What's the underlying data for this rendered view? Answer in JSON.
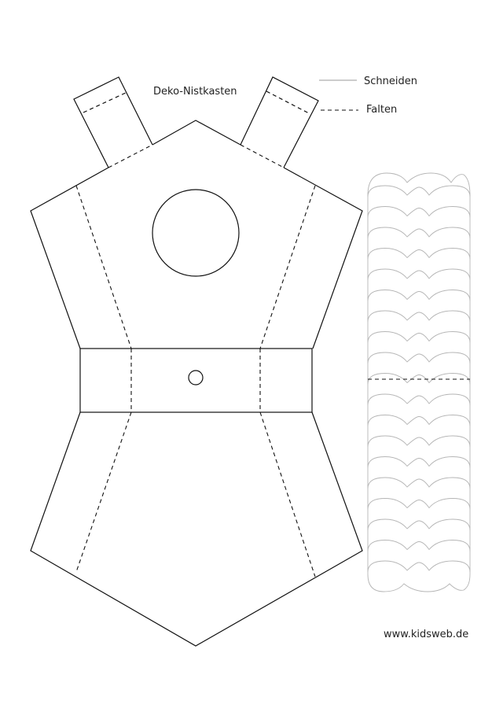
{
  "title": "Deko-Nistkasten",
  "legend": {
    "cut_label": "Schneiden",
    "fold_label": "Falten"
  },
  "website": "www.kidsweb.de",
  "colors": {
    "ink": "#111111",
    "legend_cut_line": "#9a9a9a",
    "scallop_outline": "#b5b5b5"
  }
}
